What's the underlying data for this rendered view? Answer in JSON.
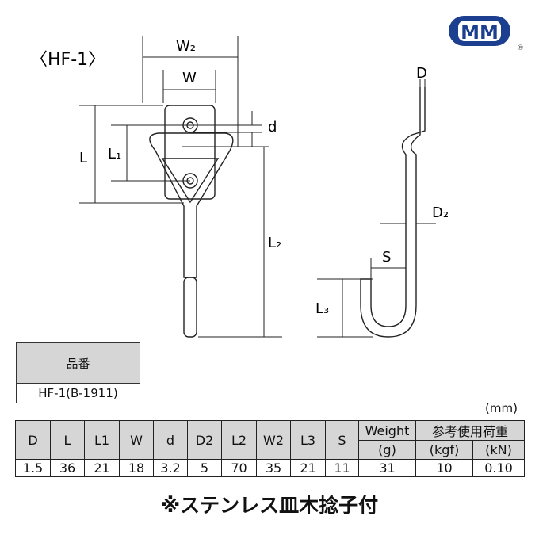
{
  "title": "〈HF-1〉",
  "logo": {
    "text": "MM",
    "registered": "®",
    "color": "#1d3f8f"
  },
  "dimension_labels": {
    "W2": "W₂",
    "W": "W",
    "d": "d",
    "L": "L",
    "L1": "L₁",
    "L2": "L₂",
    "D": "D",
    "D2": "D₂",
    "S": "S",
    "L3": "L₃"
  },
  "part_table": {
    "header": "品番",
    "value": "HF-1(B-1911)"
  },
  "unit": "(mm)",
  "spec_table": {
    "headers": [
      "D",
      "L",
      "L1",
      "W",
      "d",
      "D2",
      "L2",
      "W2",
      "L3",
      "S"
    ],
    "weight_header": "Weight",
    "weight_unit": "(g)",
    "load_header": "参考使用荷重",
    "load_units": [
      "(kgf)",
      "(kN)"
    ],
    "row": [
      "1.5",
      "36",
      "21",
      "18",
      "3.2",
      "5",
      "70",
      "35",
      "21",
      "11",
      "31",
      "10",
      "0.10"
    ]
  },
  "note": "※ステンレス皿木捻子付"
}
